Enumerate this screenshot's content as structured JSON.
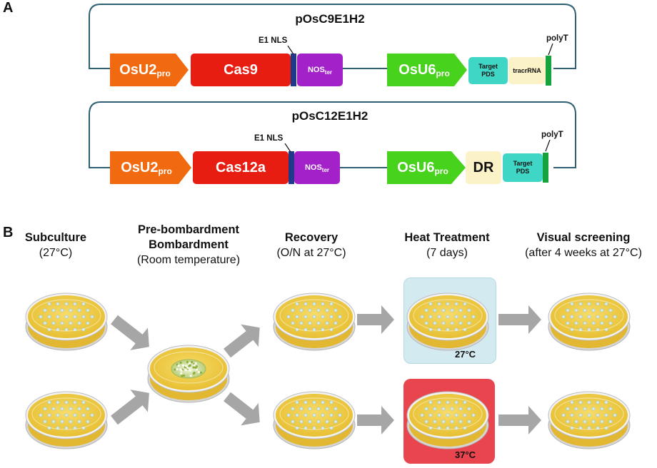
{
  "panel_a": {
    "label": "A",
    "plasmid1": {
      "name": "pOsC9E1H2",
      "promoter1": {
        "main": "OsU2",
        "sub": "pro"
      },
      "nuclease": "Cas9",
      "nls": "E1 NLS",
      "terminator": {
        "main": "NOS",
        "sub": "ter"
      },
      "promoter2": {
        "main": "OsU6",
        "sub": "pro"
      },
      "target": {
        "line1": "Target",
        "line2": "PDS"
      },
      "tracr": "tracrRNA",
      "polyt": "polyT"
    },
    "plasmid2": {
      "name": "pOsC12E1H2",
      "promoter1": {
        "main": "OsU2",
        "sub": "pro"
      },
      "nuclease": "Cas12a",
      "nls": "E1 NLS",
      "terminator": {
        "main": "NOS",
        "sub": "ter"
      },
      "promoter2": {
        "main": "OsU6",
        "sub": "pro"
      },
      "dr": "DR",
      "target": {
        "line1": "Target",
        "line2": "PDS"
      },
      "polyt": "polyT"
    },
    "colors": {
      "backbone": "#2f5f73",
      "promoter_u2": "#f26a0f",
      "nuclease": "#e81d12",
      "nls": "#1f3a8a",
      "terminator": "#a321c9",
      "promoter_u6": "#47d21c",
      "target": "#3fd6c6",
      "tracr": "#fcf2c8",
      "polyt": "#14a33c"
    }
  },
  "panel_b": {
    "label": "B",
    "steps": [
      {
        "title": "Subculture",
        "sub": "(27°C)"
      },
      {
        "title1": "Pre-bombardment",
        "title2": "Bombardment",
        "sub": "(Room temperature)"
      },
      {
        "title": "Recovery",
        "sub": "(O/N at 27°C)"
      },
      {
        "title": "Heat Treatment",
        "sub": "(7 days)"
      },
      {
        "title": "Visual screening",
        "sub": "(after 4 weeks at 27°C)"
      }
    ],
    "temp_low": "27°C",
    "temp_high": "37°C",
    "colors": {
      "cool_box": "#d3eaf0",
      "hot_box": "#e8454f",
      "arrow": "#a6a6a6",
      "medium": "#f1cf4a",
      "dish_rim": "#e6e6e6"
    }
  }
}
